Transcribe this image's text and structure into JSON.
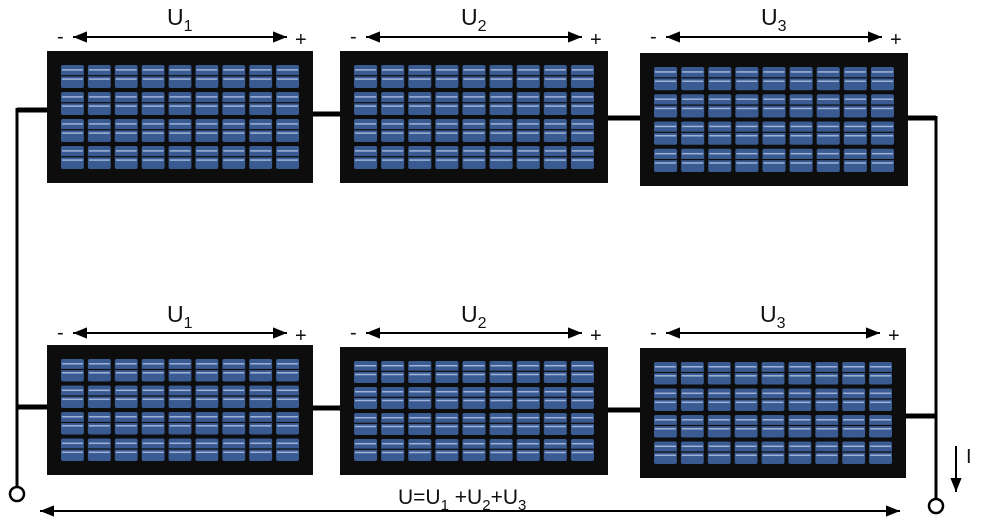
{
  "colors": {
    "panel_frame": "#0d0d0d",
    "cell": "#3a5a92",
    "cell_stripe": "#9fb4d8",
    "wire": "#000000"
  },
  "rows": [
    {
      "panels": [
        {
          "label_main": "U",
          "label_sub": "1",
          "minus": "-",
          "plus": "+"
        },
        {
          "label_main": "U",
          "label_sub": "2",
          "minus": "-",
          "plus": "+"
        },
        {
          "label_main": "U",
          "label_sub": "3",
          "minus": "-",
          "plus": "+"
        }
      ]
    },
    {
      "panels": [
        {
          "label_main": "U",
          "label_sub": "1",
          "minus": "-",
          "plus": "+"
        },
        {
          "label_main": "U",
          "label_sub": "2",
          "minus": "-",
          "plus": "+"
        },
        {
          "label_main": "U",
          "label_sub": "3",
          "minus": "-",
          "plus": "+"
        }
      ]
    }
  ],
  "current_label": "I",
  "total_voltage": {
    "u": "U=U",
    "s1": "1",
    "p1": " +U",
    "s2": "2",
    "p2": "+U",
    "s3": "3"
  }
}
